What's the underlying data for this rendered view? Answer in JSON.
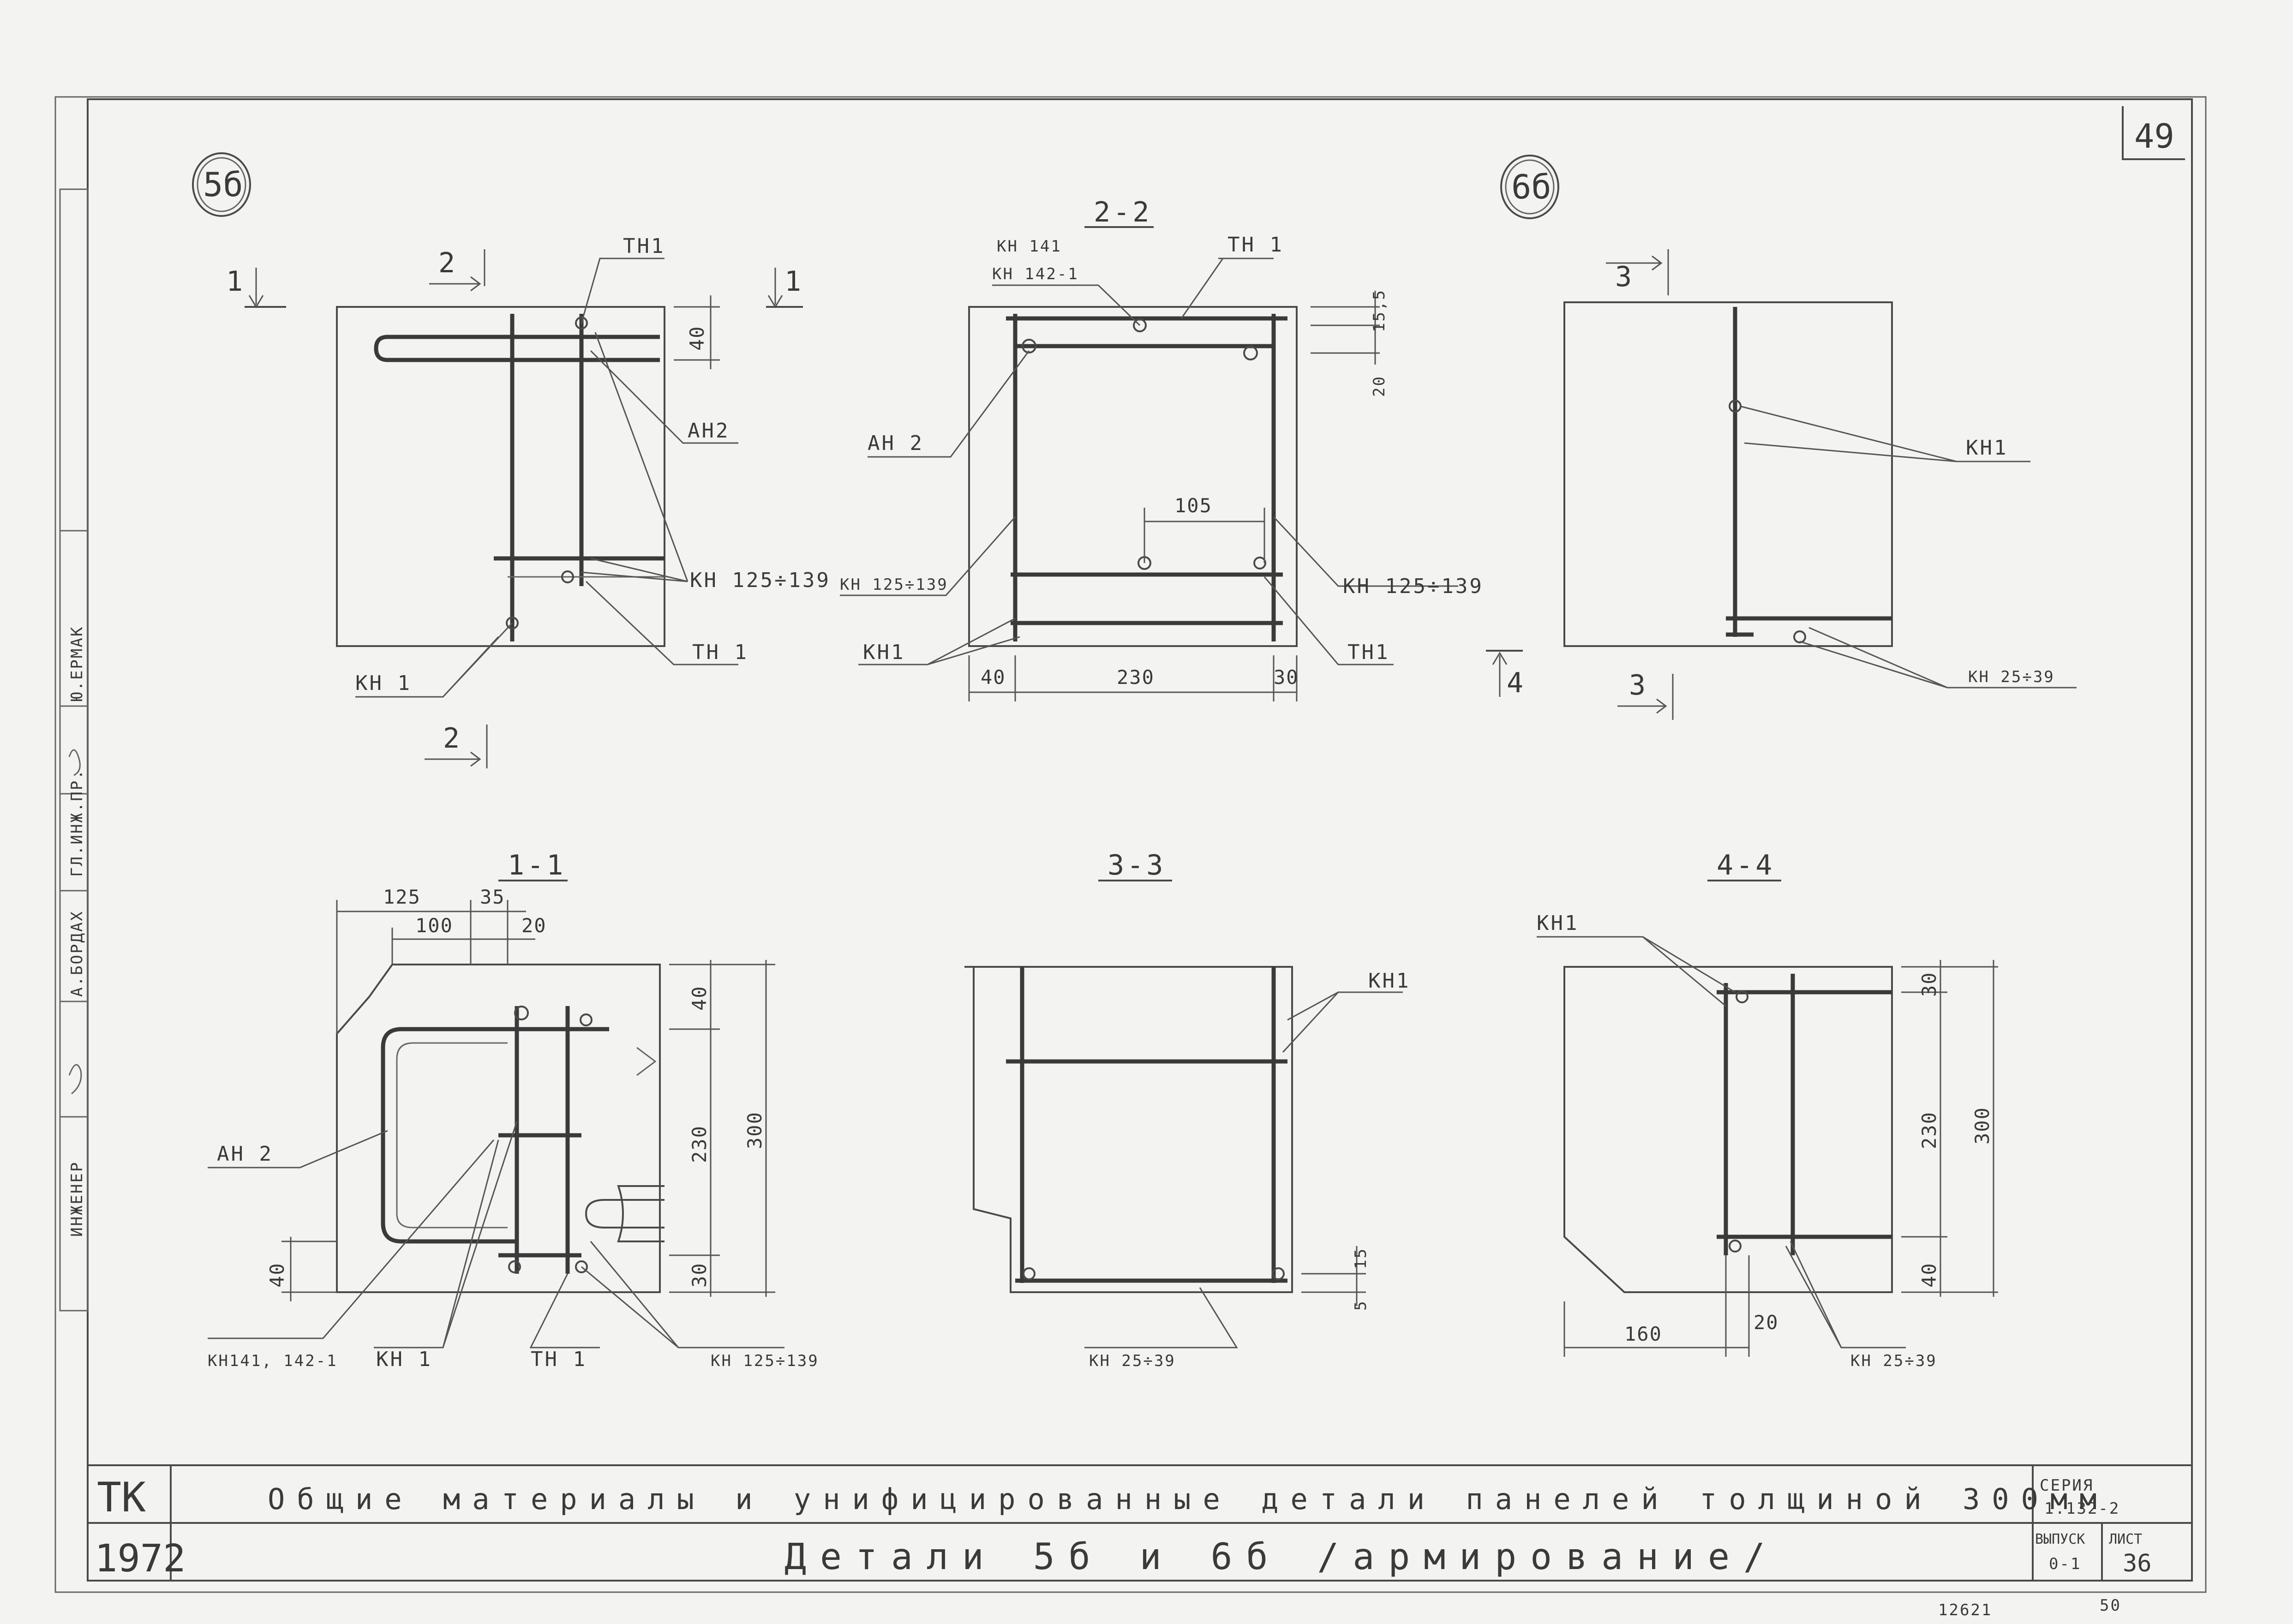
{
  "sheet": {
    "page_number": "49",
    "bottom_number": "50",
    "archive_number": "12621"
  },
  "stamp": {
    "engineer": "ИНЖЕНЕР",
    "bordakh": "А.БОРДАХ",
    "gl_eng": "ГЛ.ИНЖ.ПР.",
    "yuerman": "Ю.ЕРМАК"
  },
  "details": {
    "d5b": "5б",
    "d6b": "6б"
  },
  "sections": {
    "s22": "2-2",
    "s11": "1-1",
    "s33": "3-3",
    "s44": "4-4",
    "m1": "1",
    "m2": "2",
    "m3": "3",
    "m4": "4"
  },
  "labels": {
    "tn1": "ТН1",
    "tn1b": "ТН 1",
    "kn1": "КН1",
    "kn1b": "КН 1",
    "an2": "АН2",
    "an2b": "АН 2",
    "kn125_139": "КН 125÷139",
    "kn141": "КН 141",
    "kn142": "КН 142-1",
    "kn25_39": "КН 25÷39",
    "kn141_142": "КН141, 142-1"
  },
  "dims": {
    "d40": "40",
    "d30": "30",
    "d20": "20",
    "d15": "15",
    "d15_5": "15,5",
    "d5": "5",
    "d105": "105",
    "d230": "230",
    "d300": "300",
    "d125": "125",
    "d100": "100",
    "d35": "35",
    "d160": "160"
  },
  "title_block": {
    "org": "ТК",
    "year": "1972",
    "title1": "Общие материалы и унифицированные детали панелей толщиной 300мм",
    "title2": "Детали 5б и 6б /армирование/",
    "series_label": "СЕРИЯ",
    "series_value": "1.132-2",
    "issue_label": "ВЫПУСК",
    "issue_value": "0-1",
    "sheet_label": "ЛИСТ",
    "sheet_value": "36"
  },
  "colors": {
    "paper": "#f3f3f1",
    "ink": "#3a3a3a"
  }
}
